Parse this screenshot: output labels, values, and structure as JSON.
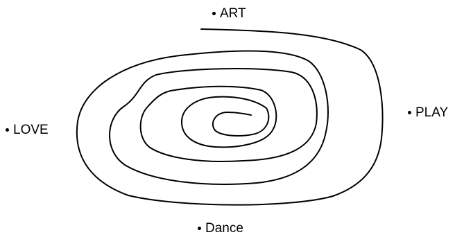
{
  "diagram": {
    "labels": {
      "top": "ART",
      "left": "LOVE",
      "right": "PLAY",
      "bottom": "Dance"
    },
    "stroke_color": "#000000",
    "bullet_icon": "bullet-dot"
  }
}
